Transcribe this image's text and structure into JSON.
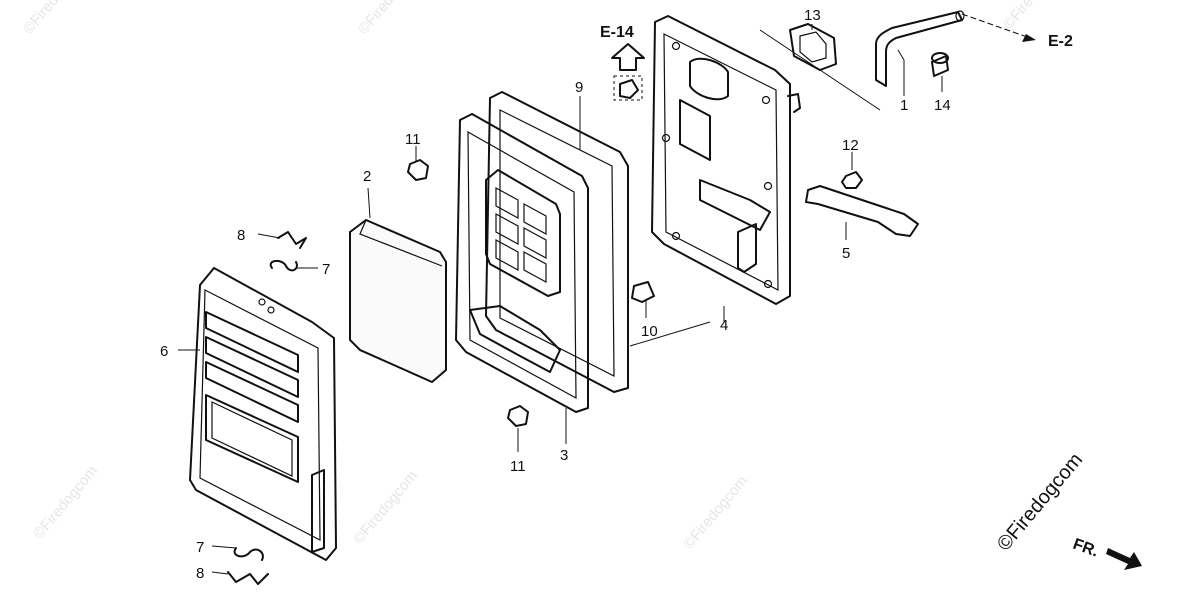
{
  "diagram": {
    "part_labels": [
      {
        "id": "p1",
        "text": "1"
      },
      {
        "id": "p2",
        "text": "2"
      },
      {
        "id": "p3",
        "text": "3"
      },
      {
        "id": "p4",
        "text": "4"
      },
      {
        "id": "p5",
        "text": "5"
      },
      {
        "id": "p6",
        "text": "6"
      },
      {
        "id": "p7a",
        "text": "7"
      },
      {
        "id": "p7b",
        "text": "7"
      },
      {
        "id": "p8a",
        "text": "8"
      },
      {
        "id": "p8b",
        "text": "8"
      },
      {
        "id": "p9",
        "text": "9"
      },
      {
        "id": "p10",
        "text": "10"
      },
      {
        "id": "p11a",
        "text": "11"
      },
      {
        "id": "p11b",
        "text": "11"
      },
      {
        "id": "p12",
        "text": "12"
      },
      {
        "id": "p13",
        "text": "13"
      },
      {
        "id": "p14",
        "text": "14"
      }
    ],
    "references": {
      "e14": "E-14",
      "e2": "E-2"
    },
    "direction": "FR.",
    "brand": "©Firedogcom",
    "watermark": "©Firedogcom"
  }
}
